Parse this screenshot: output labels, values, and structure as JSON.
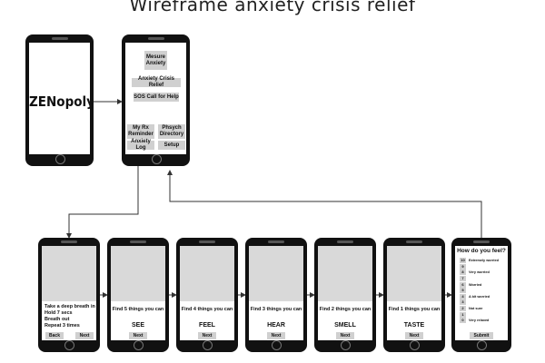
{
  "title": "Wireframe anxiety crisis relief",
  "splash": {
    "logo": "ZENopoly"
  },
  "menu": {
    "measure": "Mesure Anxiety",
    "crisis_relief": "Anxiety Crisis Relief",
    "sos": "SOS Call for Help",
    "rx_reminder": "My Rx Reminder",
    "psych_directory": "Phsych Directory",
    "anxiety_log": "Anxiety Log",
    "setup": "Setup"
  },
  "breathing": {
    "lines": [
      "Take a deep breath in",
      "Hold 7 secs",
      "Breath out",
      "Repeat 3 times"
    ],
    "back": "Back",
    "next": "Next"
  },
  "steps": [
    {
      "prompt": "Find 5 things you can",
      "sense": "SEE",
      "next": "Next"
    },
    {
      "prompt": "Find 4 things you can",
      "sense": "FEEL",
      "next": "Next"
    },
    {
      "prompt": "Find 3 things you can",
      "sense": "HEAR",
      "next": "Next"
    },
    {
      "prompt": "Find 2 things you can",
      "sense": "SMELL",
      "next": "Next"
    },
    {
      "prompt": "Find 1 things you can",
      "sense": "TASTE",
      "next": "Next"
    }
  ],
  "feel": {
    "title": "How do you feel?",
    "scale": [
      {
        "n": "10",
        "label": "Extremely worried"
      },
      {
        "n": "9",
        "label": ""
      },
      {
        "n": "8",
        "label": "Very worried"
      },
      {
        "n": "7",
        "label": ""
      },
      {
        "n": "6",
        "label": "Worried"
      },
      {
        "n": "5",
        "label": ""
      },
      {
        "n": "4",
        "label": "A bit worried"
      },
      {
        "n": "3",
        "label": ""
      },
      {
        "n": "2",
        "label": "Not sure"
      },
      {
        "n": "1",
        "label": ""
      },
      {
        "n": "0",
        "label": "Very relaxed"
      }
    ],
    "submit": "Submit"
  }
}
